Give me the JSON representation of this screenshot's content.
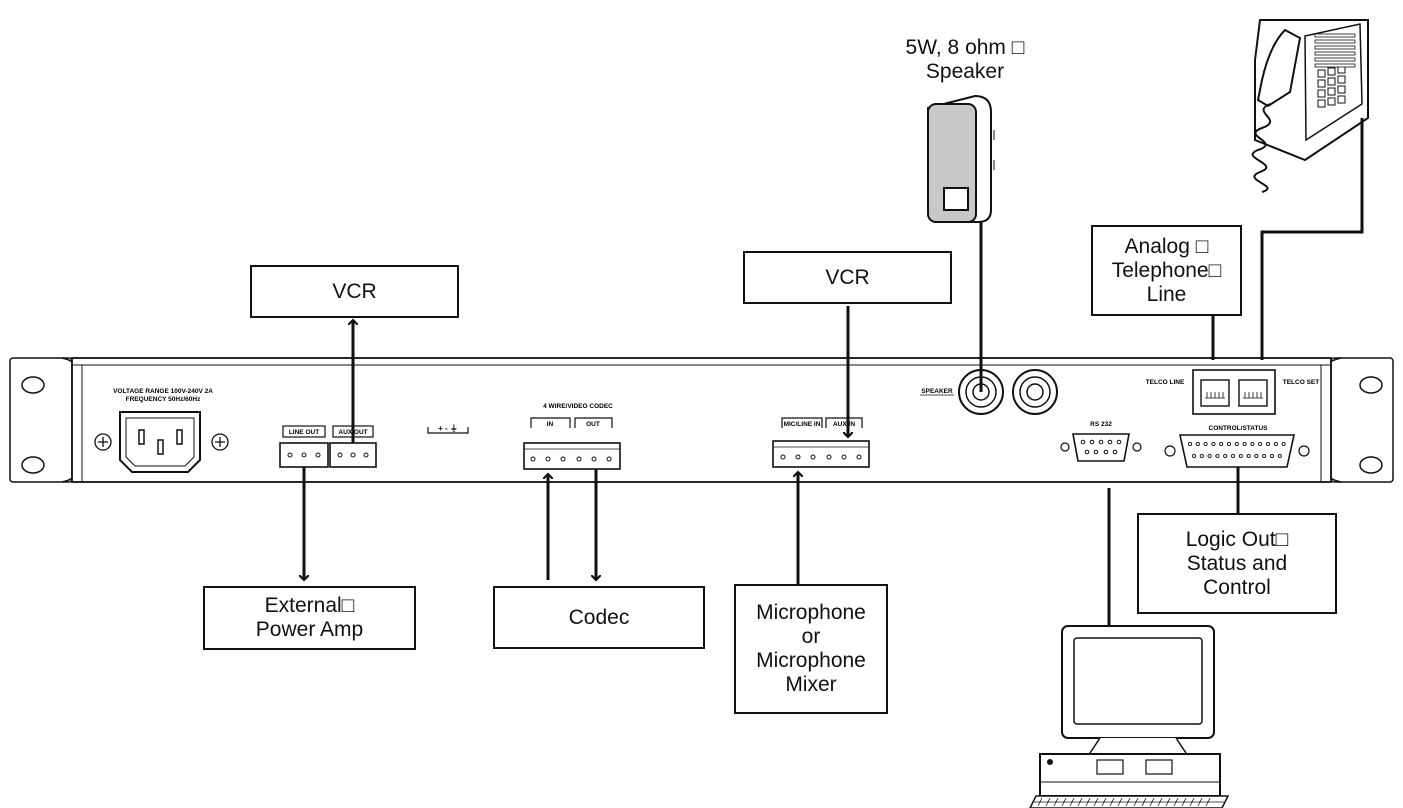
{
  "labels": {
    "vcr_left": "VCR",
    "vcr_right": "VCR",
    "external_amp": "External□\nPower Amp",
    "codec": "Codec",
    "microphone": "Microphone\nor\nMicrophone\nMixer",
    "speaker": "5W, 8 ohm □\nSpeaker",
    "analog_line": "Analog □\nTelephone□\nLine",
    "logic_out": "Logic Out□\nStatus and\nControl"
  },
  "panel": {
    "voltage_range": "VOLTAGE RANGE  100V-240V  2A",
    "frequency": "FREQUENCY  50Hz/60Hz",
    "line_out": "LINE OUT",
    "aux_out": "AUX OUT",
    "power_terminals": "+  -  ⏚",
    "codec_header": "4 WIRE/VIDEO CODEC",
    "codec_in": "IN",
    "codec_out": "OUT",
    "mic_line_in": "MIC/LINE IN",
    "aux_in": "AUX IN",
    "speaker": "SPEAKER",
    "rs232": "RS  232",
    "control_status": "CONTROL/STATUS",
    "telco_line": "TELCO LINE",
    "telco_set": "TELCO SET"
  },
  "colors": {
    "stroke": "#111111",
    "speaker_fill": "#c8c8c8",
    "background": "#ffffff"
  }
}
